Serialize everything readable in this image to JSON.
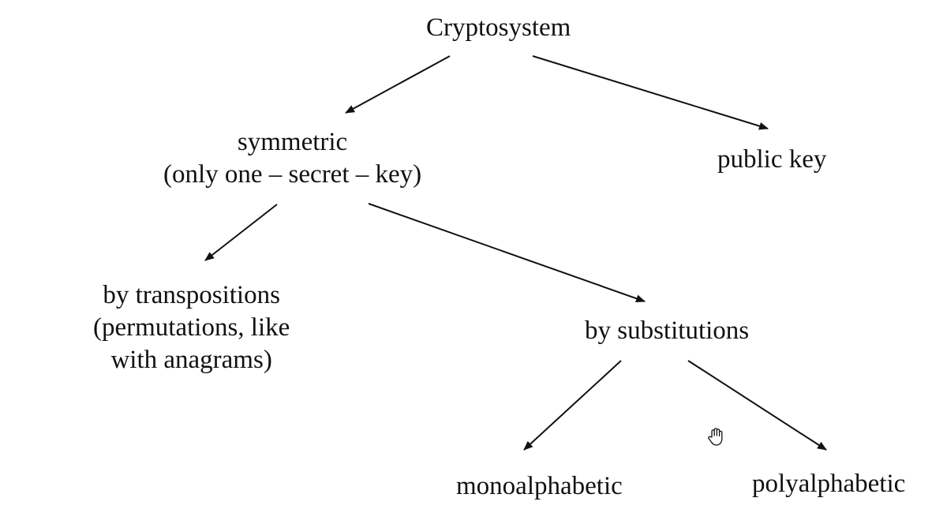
{
  "nodes": {
    "cryptosystem": [
      "Cryptosystem"
    ],
    "symmetric": [
      "symmetric",
      "(only one – secret – key)"
    ],
    "public_key": [
      "public key"
    ],
    "transpositions": [
      "by transpositions",
      "(permutations, like",
      "with anagrams)"
    ],
    "substitutions": [
      "by substitutions"
    ],
    "monoalphabetic": [
      "monoalphabetic"
    ],
    "polyalphabetic": [
      "polyalphabetic"
    ]
  },
  "edges": [
    {
      "from": "cryptosystem",
      "to": "symmetric"
    },
    {
      "from": "cryptosystem",
      "to": "public_key"
    },
    {
      "from": "symmetric",
      "to": "transpositions"
    },
    {
      "from": "symmetric",
      "to": "substitutions"
    },
    {
      "from": "substitutions",
      "to": "monoalphabetic"
    },
    {
      "from": "substitutions",
      "to": "polyalphabetic"
    }
  ],
  "colors": {
    "text": "#111111",
    "arrow": "#111111",
    "background": "#ffffff"
  },
  "icons": {
    "cursor": "hand-cursor-icon"
  }
}
